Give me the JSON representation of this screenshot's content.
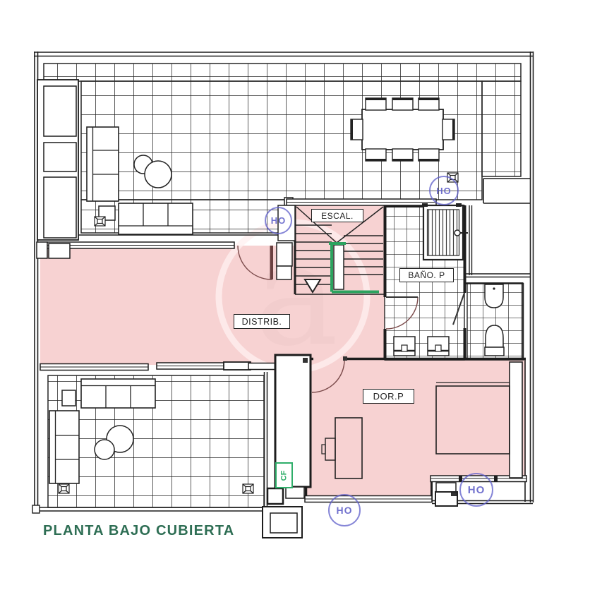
{
  "title": "PLANTA BAJO CUBIERTA",
  "rooms": {
    "stairs_label": "ESCAL.",
    "bathroom_label": "BAÑO. P",
    "distributor_label": "DISTRIB.",
    "bedroom_label": "DOR.P"
  },
  "markers": {
    "cf_label": "CF",
    "stamp_label": "HO"
  },
  "colors": {
    "room_highlight": "#f7d2d2",
    "handrail_green": "#2ca35f",
    "cf_green": "#2fae6a",
    "title_green": "#2e6e54",
    "stamp_blue": "#5e5ec9",
    "wall_black": "#1d1d1d"
  }
}
